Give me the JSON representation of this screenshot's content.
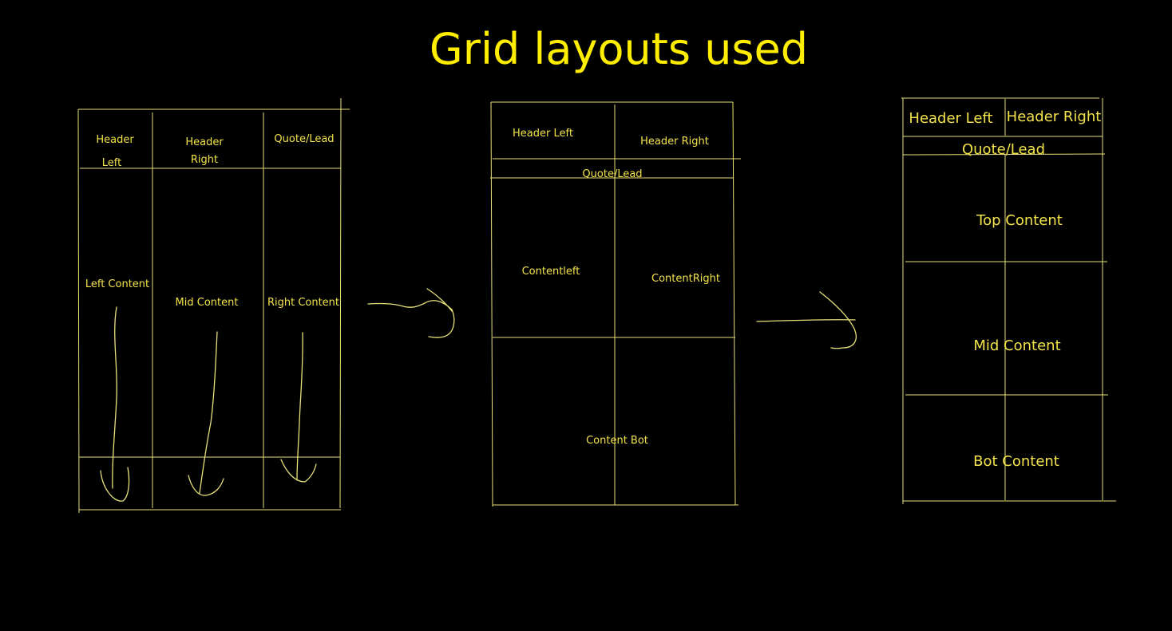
{
  "colors": {
    "background": "#000000",
    "title": "#ffee00",
    "line": "#e8e07a",
    "label": "#f2e34a"
  },
  "title": "Grid layouts used",
  "layout_1": {
    "header_left_line1": "Header",
    "header_left_line2": "Left",
    "header_right_line1": "Header",
    "header_right_line2": "Right",
    "quote_lead": "Quote/Lead",
    "left_content": "Left Content",
    "mid_content": "Mid Content",
    "right_content": "Right Content"
  },
  "layout_2": {
    "header_left": "Header Left",
    "header_right": "Header Right",
    "quote_lead": "Quote/Lead",
    "content_left": "Contentleft",
    "content_right": "ContentRight",
    "content_bot": "Content Bot"
  },
  "layout_3": {
    "header_left": "Header Left",
    "header_right": "Header Right",
    "quote_lead": "Quote/Lead",
    "top_content": "Top Content",
    "mid_content": "Mid Content",
    "bot_content": "Bot Content"
  }
}
